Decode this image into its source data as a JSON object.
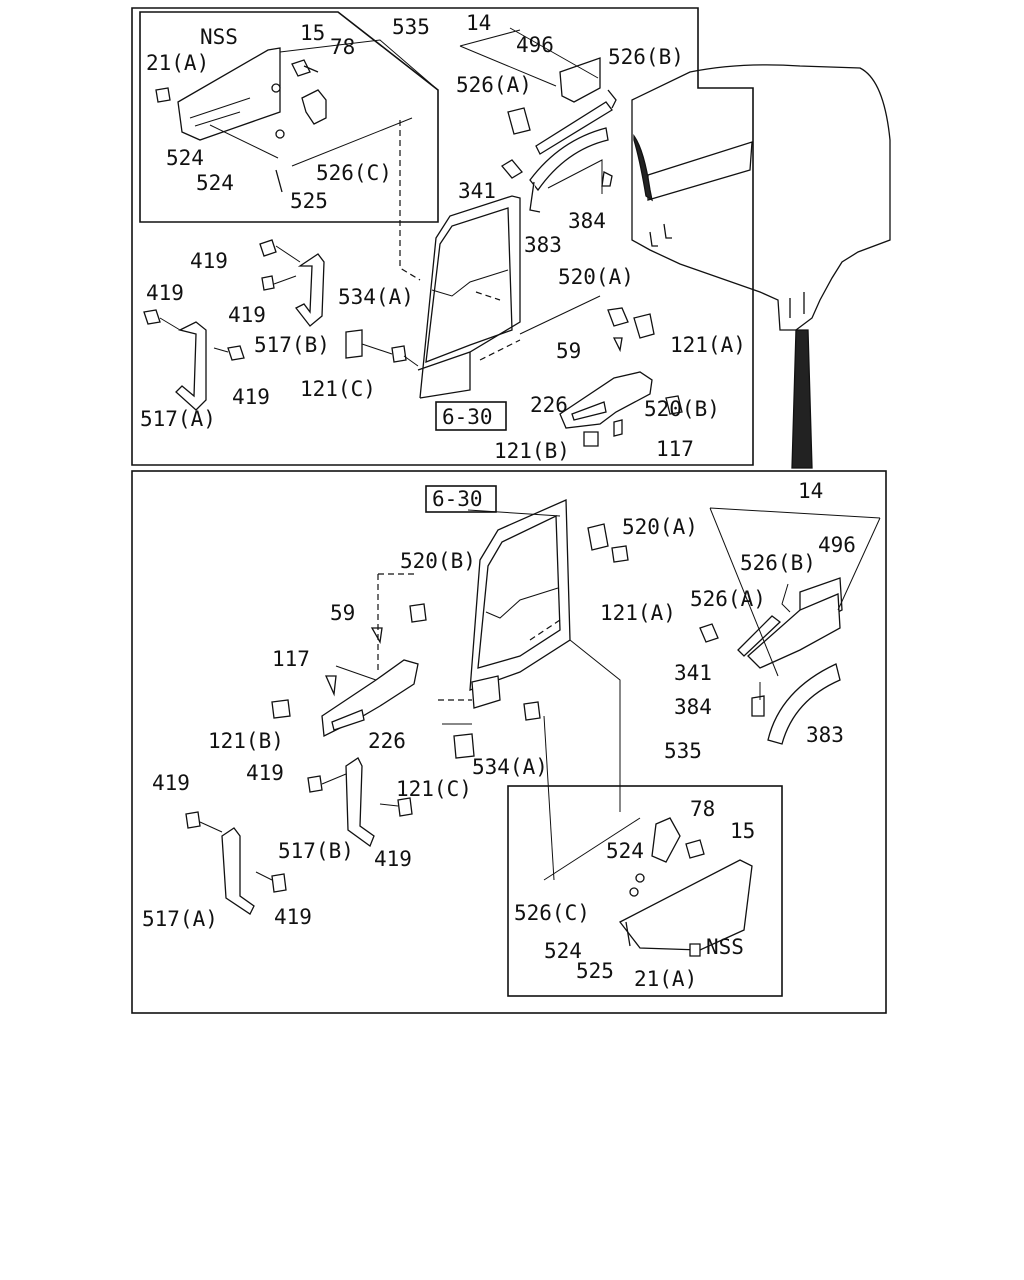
{
  "upper_view": {
    "labels": {
      "nss": "NSS",
      "p15": "15",
      "p78": "78",
      "p535": "535",
      "p21a": "21(A)",
      "p524a": "524",
      "p524b": "524",
      "p526c": "526(C)",
      "p525": "525",
      "p14": "14",
      "p496": "496",
      "p526b": "526(B)",
      "p526a": "526(A)",
      "p341": "341",
      "p384": "384",
      "p383": "383",
      "p419a": "419",
      "p419b": "419",
      "p419c": "419",
      "p419d": "419",
      "p534a": "534(A)",
      "p517b": "517(B)",
      "p121c": "121(C)",
      "p517a": "517(A)",
      "p520a": "520(A)",
      "p59": "59",
      "p121a": "121(A)",
      "p226": "226",
      "p520b": "520(B)",
      "p630": "6-30",
      "p121b": "121(B)",
      "p117": "117"
    }
  },
  "lower_view": {
    "labels": {
      "p630": "6-30",
      "p14": "14",
      "p520a": "520(A)",
      "p496": "496",
      "p526b": "526(B)",
      "p520b": "520(B)",
      "p121a": "121(A)",
      "p526a": "526(A)",
      "p59": "59",
      "p341": "341",
      "p117": "117",
      "p384": "384",
      "p383": "383",
      "p121b": "121(B)",
      "p226": "226",
      "p535": "535",
      "p419a": "419",
      "p419b": "419",
      "p534a": "534(A)",
      "p121c": "121(C)",
      "p78": "78",
      "p15": "15",
      "p517b": "517(B)",
      "p419c": "419",
      "p524a": "524",
      "p526c": "526(C)",
      "p517a": "517(A)",
      "p419d": "419",
      "p524b": "524",
      "p525": "525",
      "p21a": "21(A)",
      "nss": "NSS"
    }
  }
}
